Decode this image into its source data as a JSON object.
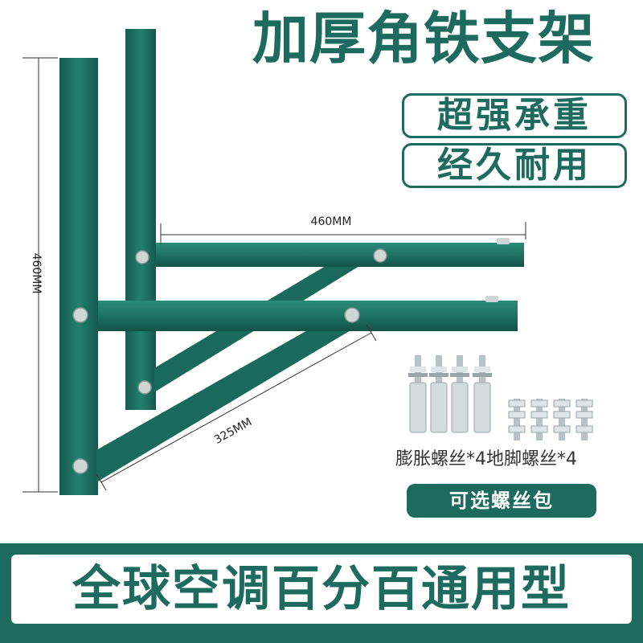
{
  "title": "加厚角铁支架",
  "tags": [
    "超强承重",
    "经久耐用"
  ],
  "dimensions": {
    "height": "460MM",
    "arm_length": "460MM",
    "brace_length": "325MM"
  },
  "accessories_caption": "膨胀螺丝*4地脚螺丝*4",
  "optional_button": "可选螺丝包",
  "banner": "全球空调百分百通用型",
  "colors": {
    "brand_green": "#1d6b5e",
    "bracket_green": "#1f7566"
  }
}
